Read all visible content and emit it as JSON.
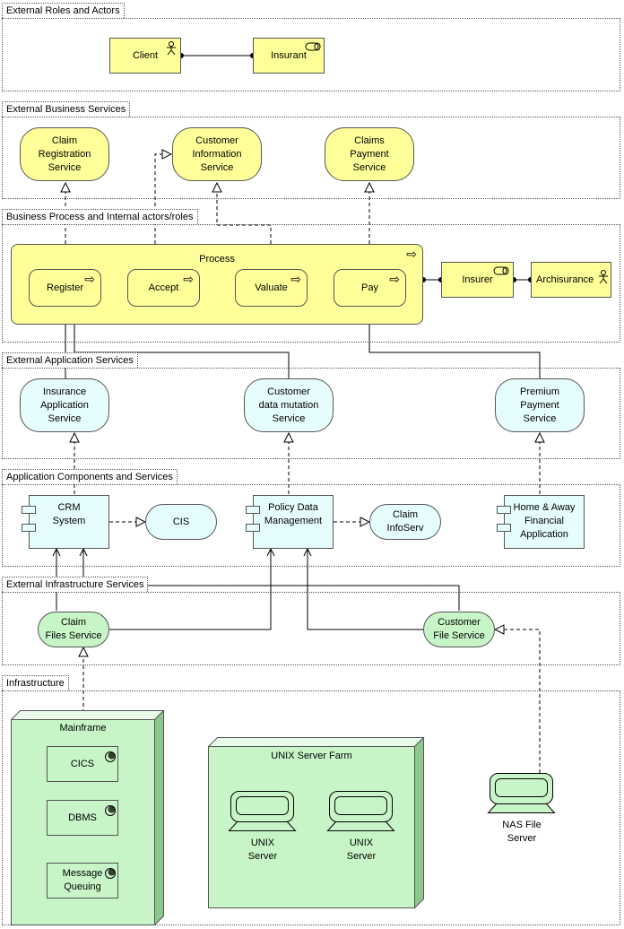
{
  "layers": {
    "actors": "External Roles and Actors",
    "business_services": "External Business Services",
    "business_process": "Business Process and Internal actors/roles",
    "app_services": "External Application Services",
    "app_components": "Application Components and Services",
    "infra_services": "External Infrastructure Services",
    "infrastructure": "Infrastructure"
  },
  "actors": {
    "client": "Client",
    "insurant": "Insurant"
  },
  "business_services": {
    "claim_registration": "Claim\nRegistration\nService",
    "customer_information": "Customer\nInformation\nService",
    "claims_payment": "Claims\nPayment\nService"
  },
  "process": {
    "title": "Process",
    "steps": [
      "Register",
      "Accept",
      "Valuate",
      "Pay"
    ],
    "insurer": "Insurer",
    "archisurance": "Archisurance"
  },
  "app_services": {
    "insurance_application": "Insurance\nApplication\nService",
    "customer_data_mutation": "Customer\ndata mutation\nService",
    "premium_payment": "Premium\nPayment\nService"
  },
  "app_components": {
    "crm": "CRM\nSystem",
    "cis": "CIS",
    "policy_data": "Policy Data\nManagement",
    "claim_infoserv": "Claim\nInfoServ",
    "home_away": "Home & Away\nFinancial\nApplication"
  },
  "infra_services": {
    "claim_files": "Claim\nFiles Service",
    "customer_file": "Customer\nFile Service"
  },
  "infrastructure": {
    "mainframe": "Mainframe",
    "cics": "CICS",
    "dbms": "DBMS",
    "message_queuing": "Message\nQueuing",
    "unix_farm": "UNIX Server Farm",
    "unix_server_1": "UNIX\nServer",
    "unix_server_2": "UNIX\nServer",
    "nas": "NAS File\nServer"
  },
  "colors": {
    "business": "#ffff99",
    "application": "#e5fdfd",
    "technology": "#c8f5c8",
    "technology_dark": "#8cc78c"
  }
}
